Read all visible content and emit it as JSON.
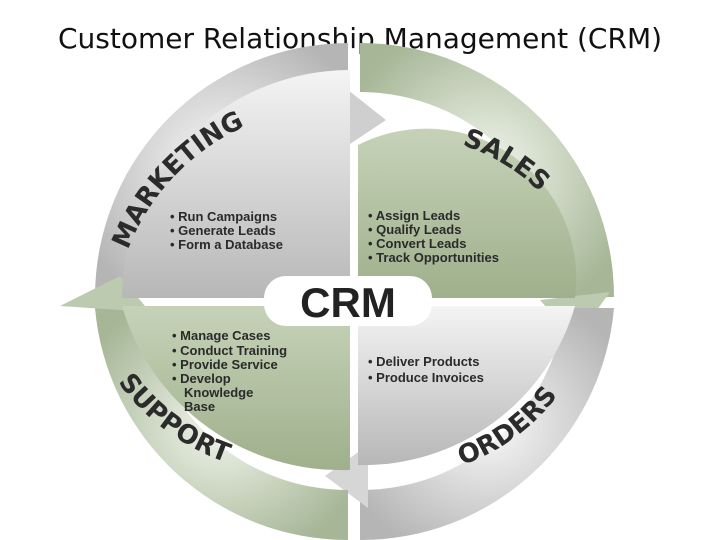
{
  "title": "Customer Relationship Management (CRM)",
  "center": "CRM",
  "quadrants": {
    "marketing": {
      "label": "MARKETING",
      "items": [
        "Run Campaigns",
        "Generate Leads",
        "Form a Database"
      ]
    },
    "sales": {
      "label": "SALES",
      "items": [
        "Assign Leads",
        "Qualify Leads",
        "Convert Leads",
        "Track Opportunities"
      ]
    },
    "orders": {
      "label": "ORDERS",
      "items": [
        "Deliver Products",
        "Produce Invoices"
      ]
    },
    "support": {
      "label": "SUPPORT",
      "items": [
        "Manage Cases",
        "Conduct Training",
        "Provide Service",
        "Develop",
        "Knowledge",
        "Base"
      ]
    }
  },
  "colors": {
    "green_dark": "#a9b99a",
    "green_light": "#e4ecdc",
    "gray_dark": "#b9b9b9",
    "gray_light": "#eeeeee"
  }
}
